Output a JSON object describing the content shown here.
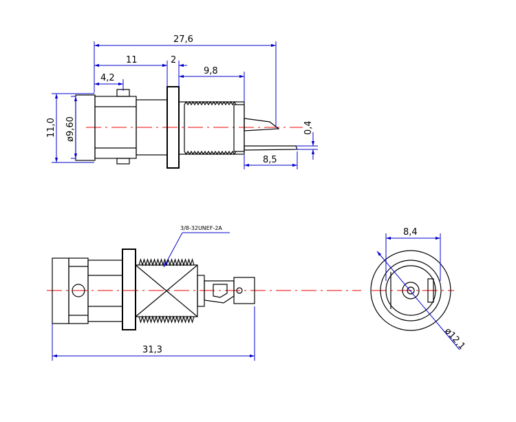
{
  "dimensions": {
    "overall_length": "27,6",
    "body_length": "11",
    "flange_thickness": "2",
    "thread_length": "9,8",
    "bayonet_pin_offset": "4,2",
    "body_height": "11,0",
    "body_diameter": "ø9,60",
    "pin_thickness": "0,4",
    "pin_length": "8,5",
    "side_total_length": "31,3",
    "end_view_width": "8,4",
    "end_view_diameter": "ø12,1"
  },
  "annotations": {
    "thread_spec": "3/8-32UNEF-2A"
  },
  "colors": {
    "outline": "#000000",
    "dimension": "#0000cc",
    "centerline": "#ee0000"
  }
}
